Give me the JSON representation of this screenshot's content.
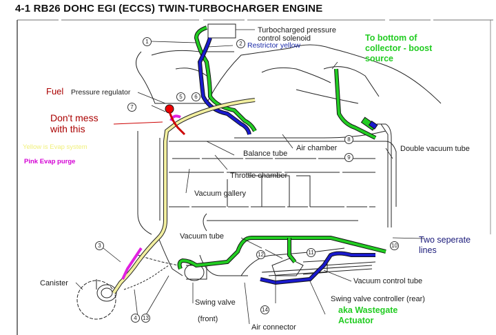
{
  "title": "4-1  RB26 DOHC EGI (ECCS) TWIN-TURBOCHARGER ENGINE",
  "labels": {
    "turbo_solenoid": "Turbocharged pressure\ncontrol solenoid",
    "pressure_regulator": "Pressure regulator",
    "balance_tube": "Balance tube",
    "air_chamber": "Air chamber",
    "double_vacuum_tube": "Double vacuum tube",
    "throttle_chamber": "Throttle chamber",
    "vacuum_gallery": "Vacuum gallery",
    "vacuum_tube": "Vacuum tube",
    "vacuum_control_tube": "Vacuum control tube",
    "swing_valve_controller": "Swing valve controller (rear)",
    "canister": "Canister",
    "swing_valve": "Swing valve",
    "front": "(front)",
    "air_connector": "Air connector"
  },
  "annotations": {
    "restrictor": "Restrictor yellow",
    "boost_source": "To bottom of\ncollector - boost\nsource",
    "fuel": "Fuel",
    "dont_mess": "Don't mess\nwith this",
    "yellow_evap": "Yellow is Evap system",
    "pink_evap": "Pink Evap purge",
    "two_lines": "Two seperate\nlines",
    "wastegate": "aka Wastegate\nActuator"
  },
  "callouts": [
    "1",
    "2",
    "3",
    "4",
    "5",
    "6",
    "7",
    "8",
    "9",
    "10",
    "11",
    "12",
    "13",
    "14"
  ],
  "colors": {
    "green_hose": "#22cc22",
    "blue_hose": "#1a1acc",
    "yellow_hose": "#f2efa0",
    "pink_hose": "#e020e0",
    "red_line": "#cc0000"
  }
}
